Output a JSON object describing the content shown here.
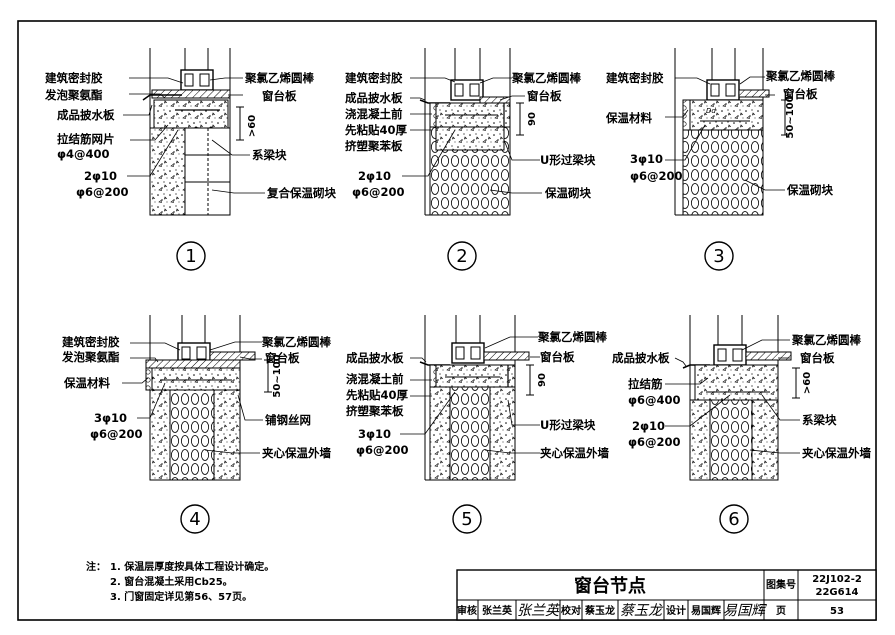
{
  "details": [
    {
      "number": "1",
      "labels": {
        "sealant": "建筑密封胶",
        "foam": "发泡聚氨酯",
        "drip": "成品披水板",
        "mesh": "拉结筋网片",
        "mesh_spec": "φ4@400",
        "rebar": "2φ10",
        "stirrup": "φ6@200",
        "pvc_rod": "聚氯乙烯圆棒",
        "sill": "窗台板",
        "tie_block": "系梁块",
        "wall": "复合保温砌块"
      },
      "dim": ">60"
    },
    {
      "number": "2",
      "labels": {
        "sealant": "建筑密封胶",
        "drip": "成品披水板",
        "eps_1": "浇混凝土前",
        "eps_2": "先粘贴40厚",
        "eps_3": "挤塑聚苯板",
        "rebar": "2φ10",
        "stirrup": "φ6@200",
        "pvc_rod": "聚氯乙烯圆棒",
        "sill": "窗台板",
        "u_block": "U形过梁块",
        "wall": "保温砌块"
      },
      "dim": "90"
    },
    {
      "number": "3",
      "labels": {
        "sealant": "建筑密封胶",
        "insul": "保温材料",
        "rebar": "3φ10",
        "stirrup": "φ6@200",
        "pvc_rod": "聚氯乙烯圆棒",
        "sill": "窗台板",
        "wall": "保温砌块"
      },
      "dim": "50~100"
    },
    {
      "number": "4",
      "labels": {
        "sealant": "建筑密封胶",
        "foam": "发泡聚氨酯",
        "insul": "保温材料",
        "rebar": "3φ10",
        "stirrup": "φ6@200",
        "pvc_rod": "聚氯乙烯圆棒",
        "sill": "窗台板",
        "steel_mesh": "铺钢丝网",
        "wall": "夹心保温外墙"
      },
      "dim": "50~100"
    },
    {
      "number": "5",
      "labels": {
        "drip": "成品披水板",
        "eps_1": "浇混凝土前",
        "eps_2": "先粘贴40厚",
        "eps_3": "挤塑聚苯板",
        "rebar": "3φ10",
        "stirrup": "φ6@200",
        "pvc_rod": "聚氯乙烯圆棒",
        "sill": "窗台板",
        "u_block": "U形过梁块",
        "wall": "夹心保温外墙"
      },
      "dim": "90"
    },
    {
      "number": "6",
      "labels": {
        "drip": "成品披水板",
        "tie_bar": "拉结筋",
        "tie_spec": "φ6@400",
        "rebar": "2φ10",
        "stirrup": "φ6@200",
        "pvc_rod": "聚氯乙烯圆棒",
        "sill": "窗台板",
        "tie_block": "系梁块",
        "wall": "夹心保温外墙"
      },
      "dim": ">60"
    }
  ],
  "notes": {
    "prefix": "注：",
    "items": [
      "1. 保温层厚度按具体工程设计确定。",
      "2. 窗台混凝土采用Cb25。",
      "3. 门窗固定详见第56、57页。"
    ]
  },
  "title_block": {
    "title": "窗台节点",
    "atlas_label": "图集号",
    "atlas_no_1": "22J102-2",
    "atlas_no_2": "22G614",
    "review_label": "审核",
    "reviewer": "张兰英",
    "reviewer_sig": "张兰英",
    "check_label": "校对",
    "checker": "蔡玉龙",
    "checker_sig": "蔡玉龙",
    "design_label": "设计",
    "designer": "易国辉",
    "designer_sig": "易国辉",
    "page_label": "页",
    "page_no": "53"
  }
}
